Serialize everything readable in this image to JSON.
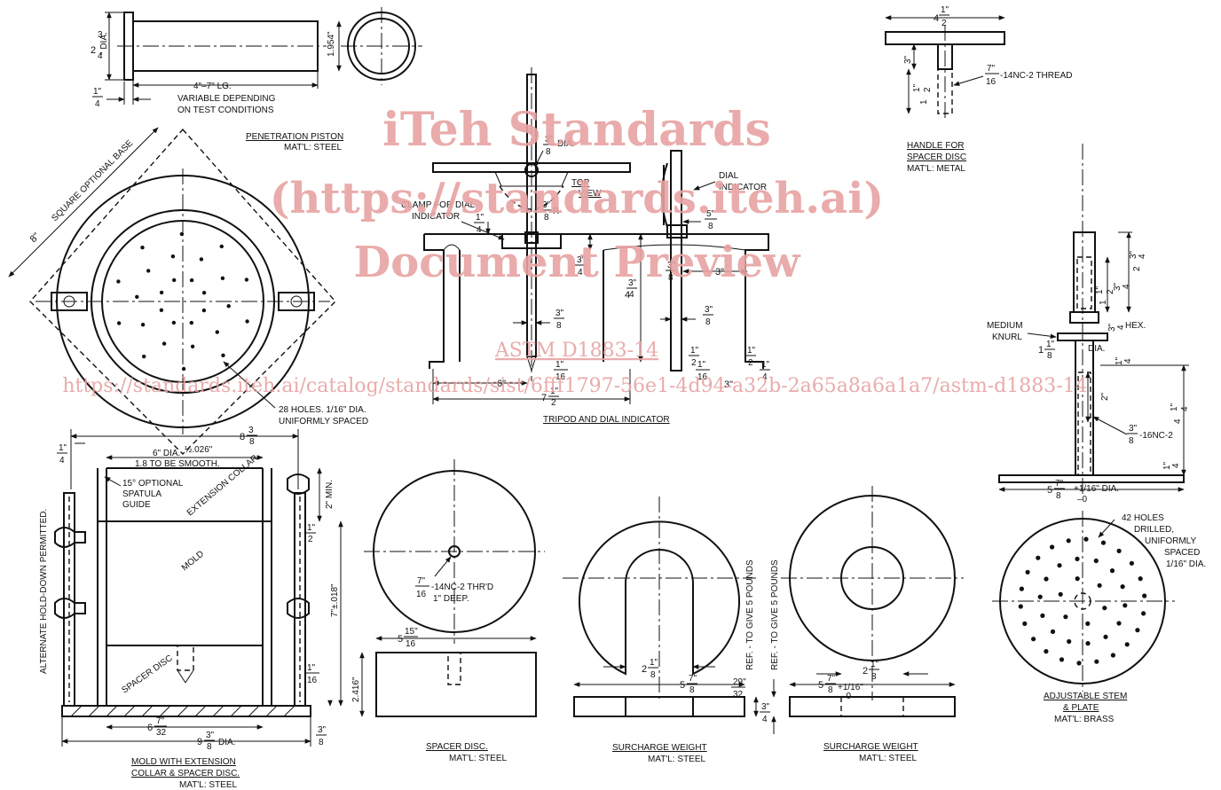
{
  "colors": {
    "ink": "#111111",
    "watermark": "#e7a3a3",
    "paper": "#ffffff"
  },
  "watermark": {
    "line1": "iTeh Standards",
    "line2": "(https://standards.iteh.ai)",
    "line3": "Document Preview",
    "code": "ASTM D1883-14",
    "url": "https://standards.iteh.ai/catalog/standards/sist/6fff1797-56e1-4d94-a32b-2a65a8a6a1a7/astm-d1883-14"
  },
  "piston": {
    "dia_a": "2",
    "dia_b": "3",
    "dia_c": "4",
    "dia_unit": "\" DIA.",
    "dia_1954": "1.954\"",
    "length": "4\"–7\" LG.",
    "variable_1": "VARIABLE DEPENDING",
    "variable_2": "ON TEST CONDITIONS",
    "quarter_n": "1\"",
    "quarter_d": "4",
    "title": "PENETRATION PISTON",
    "material": "MAT'L: STEEL"
  },
  "base": {
    "square_label": "SQUARE OPTIONAL BASE",
    "eight": "8\"",
    "holes_1": "28 HOLES. 1/16\" DIA.",
    "holes_2": "UNIFORMLY SPACED"
  },
  "tripod": {
    "dia_38_n": "3\"",
    "dia_38_d": "8",
    "dia_label": "DIA.",
    "top_view_1": "TOP",
    "top_view_2": "VIEW",
    "clamp_1": "CLAMP FOR DIAL",
    "clamp_2": "INDICATOR",
    "dial_1": "DIAL",
    "dial_2": "INDICATOR",
    "r_n": "3\"",
    "r_d": "8",
    "r_label": "R",
    "five8_n": "5\"",
    "five8_d": "8",
    "q1_n": "1\"",
    "q1_d": "4",
    "q3_n": "3\"",
    "q3_d": "4",
    "h4_w": "4",
    "h4_n": "3\"",
    "h4_d": "4",
    "w38_n": "3\"",
    "w38_d": "8",
    "three": "3\"",
    "s38_n": "3\"",
    "s38_d": "8",
    "r38_n": "3\"",
    "r38_d": "8",
    "h12_n": "1\"",
    "h12_d": "2",
    "b12_n": "1\"",
    "b12_d": "2",
    "b116_n": "1\"",
    "b116_d": "16",
    "r116_n": "1\"",
    "r116_d": "16",
    "c14_n": "1\"",
    "c14_d": "4",
    "b3": "3\"",
    "six": "6\"",
    "overall_w": "7",
    "overall_n": "1\"",
    "overall_d": "2",
    "title": "TRIPOD AND DIAL INDICATOR"
  },
  "handle": {
    "width_w": "4",
    "width_n": "1\"",
    "width_d": "2",
    "h3": "3\"",
    "h_w": "1",
    "h_n": "1\"",
    "h_d": "2",
    "thread_n": "7\"",
    "thread_d": "16",
    "thread": "-14NC-2 THREAD",
    "title_1": "HANDLE FOR",
    "title_2": "SPACER DISC",
    "material": "MAT'L: METAL"
  },
  "mold": {
    "d8_w": "8",
    "d8_n": "3",
    "d8_d": "8",
    "frac_14_n": "1\"",
    "frac_14_d": "4",
    "six_dia": "6\" DIA.",
    "tol_1": "½.026\"",
    "tol_2": "1.8 TO BE SMOOTH.",
    "spatula_1": "15° OPTIONAL",
    "spatula_2": "SPATULA",
    "spatula_3": "GUIDE",
    "collar": "EXTENSION COLLAR",
    "mold_label": "MOLD",
    "spacer_label": "SPACER DISC",
    "alt": "ALTERNATE HOLD-DOWN PERMITTED.",
    "min2": "2\" MIN.",
    "r12_n": "1\"",
    "r12_d": "2",
    "h7": "7\"±.018\"",
    "r116_n": "1\"",
    "r116_d": "16",
    "b7_w": "6",
    "b7_n": "7\"",
    "b7_d": "32",
    "b9_w": "9",
    "b9_n": "3\"",
    "b9_d": "8",
    "b9_unit": "DIA.",
    "r38_n": "3\"",
    "r38_d": "8",
    "title_1": "MOLD WITH EXTENSION",
    "title_2": "COLLAR & SPACER DISC.",
    "material": "MAT'L: STEEL"
  },
  "spacer": {
    "thread_n": "7\"",
    "thread_d": "16",
    "thread": "-14NC-2 THR'D",
    "deep": "1\" DEEP.",
    "w_w": "5",
    "w_n": "15\"",
    "w_d": "16",
    "h": "2.416\"",
    "title": "SPACER DISC.",
    "material": "MAT'L: STEEL"
  },
  "surcharge_slotted": {
    "slot_w": "2",
    "slot_n": "1\"",
    "slot_d": "8",
    "w_w": "5",
    "w_n": "7\"",
    "w_d": "8",
    "h_n": "29\"",
    "h_d": "32",
    "ref": "REF. - TO GIVE 5 POUNDS",
    "title": "SURCHARGE WEIGHT",
    "material": "MAT'L: STEEL"
  },
  "surcharge_annular": {
    "hole_w": "2",
    "hole_n": "1\"",
    "hole_d": "8",
    "w_w": "5",
    "w_n": "7\"",
    "w_d": "8",
    "w_tol": "+1/16\"",
    "w_tol2": "–0",
    "ref": "REF. - TO GIVE 5 POUNDS",
    "h_n": "3\"",
    "h_d": "4",
    "title": "SURCHARGE WEIGHT",
    "material": "MAT'L: STEEL"
  },
  "stem": {
    "d2_w": "2",
    "d2_n": "3\"",
    "d2_d": "4",
    "d1_w": "1",
    "d1_n": "1\"",
    "d1_d": "2",
    "d34_n": "3\"",
    "d34_d": "4",
    "hex_n": "3\"",
    "hex_d": "4",
    "hex": "HEX.",
    "knurl_1": "MEDIUM",
    "knurl_2": "KNURL",
    "dia_w": "1",
    "dia_n": "1\"",
    "dia_d": "8",
    "dia": "DIA.",
    "q14_n": "1\"",
    "q14_d": "4",
    "h4_w": "4",
    "h4_n": "1\"",
    "h4_d": "4",
    "h2": "2\"",
    "thread_n": "3\"",
    "thread_d": "8",
    "thread": "-16NC-2",
    "b14_n": "1\"",
    "b14_d": "4",
    "plate_w": "5",
    "plate_n": "7\"",
    "plate_d": "8",
    "plate_tol": "+1/16\" DIA.",
    "plate_tol2": "–0",
    "holes_1": "42 HOLES",
    "holes_2": "DRILLED,",
    "holes_3": "UNIFORMLY",
    "holes_4": "SPACED",
    "holes_5": "1/16\" DIA.",
    "title_1": "ADJUSTABLE STEM",
    "title_2": "& PLATE",
    "material": "MAT'L: BRASS"
  }
}
